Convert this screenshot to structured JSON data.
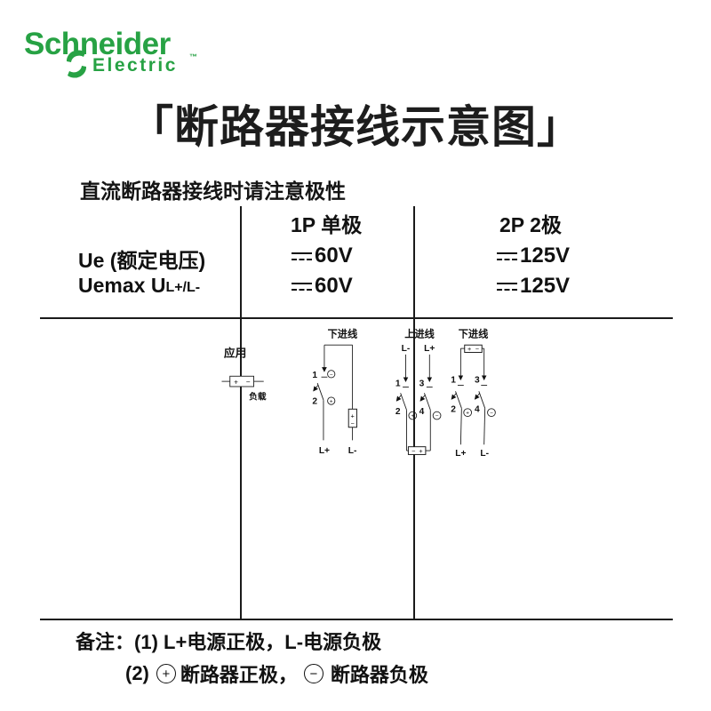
{
  "brand": {
    "name": "Schneider",
    "sub": "Electric",
    "tm": "™",
    "green": "#27A244"
  },
  "title": "「断路器接线示意图」",
  "subtitle": "直流断路器接线时请注意极性",
  "table": {
    "col1_header": "1P 单极",
    "col2_header": "2P 2极",
    "row1_label": "Ue (额定电压)",
    "row2_label_main": "Uemax U",
    "row2_label_sub": "L+/L-",
    "row1_col1": "60V",
    "row1_col2": "125V",
    "row2_col1": "60V",
    "row2_col2": "125V"
  },
  "application": {
    "section_label": "应用",
    "load": {
      "plus": "+",
      "minus": "−",
      "label": "负载"
    },
    "diagram_1p": {
      "title": "下进线",
      "terminal1": "1",
      "terminal2": "2",
      "neg": "−",
      "pos": "+",
      "battery_plus": "+",
      "battery_minus": "−",
      "lplus": "L+",
      "lminus": "L-"
    },
    "diagram_2p_top": {
      "title": "上进线",
      "lminus": "L-",
      "lplus": "L+",
      "terminal1": "1",
      "terminal3": "3",
      "terminal2": "2",
      "terminal4": "4",
      "pos": "+",
      "neg": "−",
      "battery_minus": "−",
      "battery_plus": "+"
    },
    "diagram_2p_bottom": {
      "title": "下进线",
      "battery_plus": "+",
      "battery_minus": "−",
      "terminal1": "1",
      "terminal3": "3",
      "terminal2": "2",
      "terminal4": "4",
      "pos": "+",
      "neg": "−",
      "lplus": "L+",
      "lminus": "L-"
    }
  },
  "notes": {
    "prefix": "备注：",
    "item1": "(1) L+电源正极，L-电源负极",
    "item2_num": "(2)",
    "item2_pos_symbol": "+",
    "item2_pos_text": "断路器正极，",
    "item2_neg_symbol": "−",
    "item2_neg_text": "断路器负极"
  }
}
